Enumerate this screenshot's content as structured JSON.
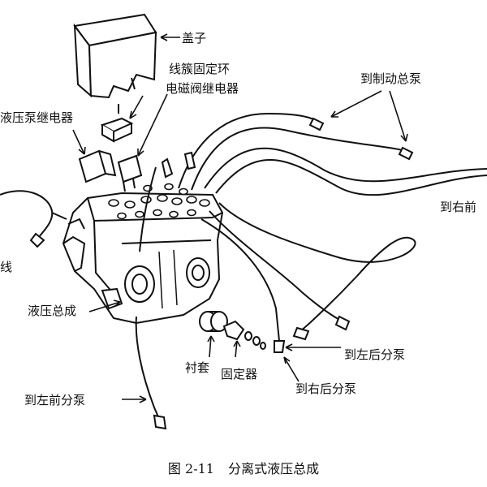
{
  "diagram": {
    "labels": {
      "cover": "盖子",
      "harness_ring": "线簇固定环",
      "solenoid_relay": "电磁阀继电器",
      "pump_relay": "液压泵继电器",
      "wire": "线",
      "to_master_cylinder": "到制动总泵",
      "to_right_front": "到右前",
      "assembly": "液压总成",
      "bushing": "衬套",
      "retainer": "固定器",
      "to_left_rear": "到左后分泵",
      "to_right_rear": "到右后分泵",
      "to_left_front": "到左前分泵"
    },
    "caption": {
      "figure_number": "图 2-11",
      "title": "分离式液压总成"
    }
  }
}
